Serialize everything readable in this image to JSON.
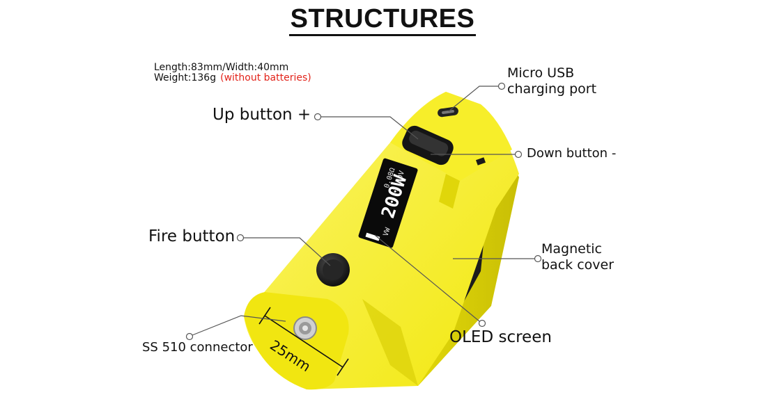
{
  "title": "STRUCTURES",
  "specs": {
    "dimensions": "Length:83mm/Width:40mm",
    "weight": "Weight:136g",
    "weight_note": "(without batteries)"
  },
  "labels": {
    "micro_usb_line1": "Micro USB",
    "micro_usb_line2": "charging port",
    "up_button": "Up button +",
    "down_button": "Down button -",
    "fire_button": "Fire button",
    "magnetic_line1": "Magnetic",
    "magnetic_line2": "back cover",
    "oled_screen": "OLED screen",
    "connector": "SS 510 connector",
    "width_dim": "25mm"
  },
  "screen": {
    "power": "200W",
    "line_a": "0.08Ω",
    "line_b": "3.80V",
    "mode": "VW"
  },
  "colors": {
    "body": "#f5ec14",
    "body_shadow": "#d9cf0a",
    "black": "#1a1a1a",
    "note_red": "#e2231a"
  }
}
